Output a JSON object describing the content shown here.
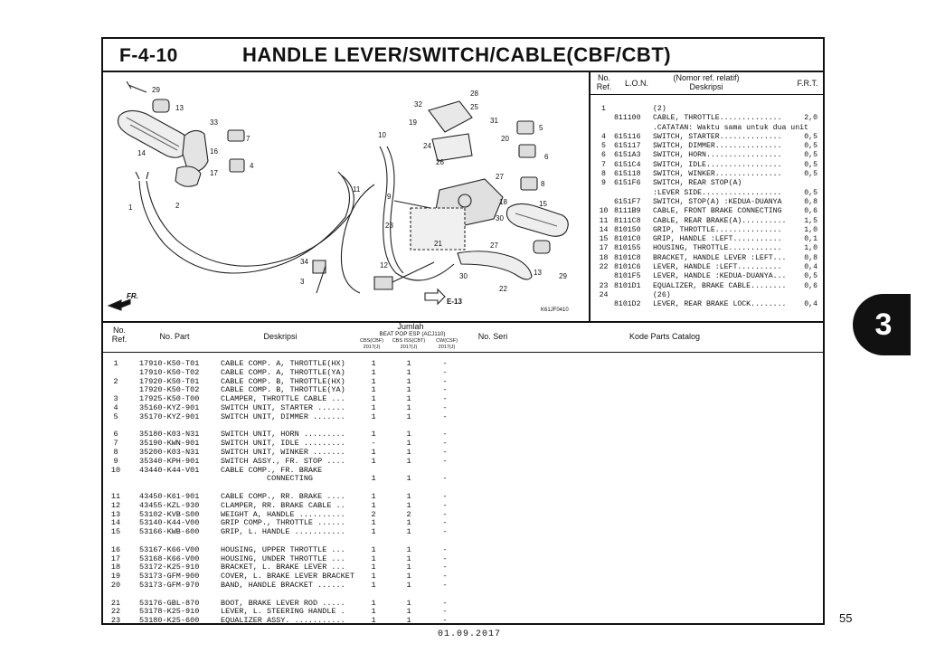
{
  "header": {
    "code": "F-4-10",
    "title": "HANDLE LEVER/SWITCH/CABLE(CBF/CBT)"
  },
  "diagram": {
    "labels": [
      "29",
      "13",
      "33",
      "7",
      "14",
      "16",
      "17",
      "4",
      "1",
      "2",
      "3",
      "34",
      "28",
      "32",
      "25",
      "31",
      "19",
      "5",
      "10",
      "20",
      "24",
      "6",
      "26",
      "27",
      "8",
      "11",
      "9",
      "18",
      "15",
      "23",
      "30",
      "21",
      "27",
      "12",
      "30",
      "22",
      "13",
      "29",
      "E-13",
      "FR.",
      "K61JF0410"
    ]
  },
  "ref_table": {
    "headers": {
      "no_ref": "No.\nRef.",
      "lon": "L.O.N.",
      "desc": "(Nomor ref. relatif)\nDeskripsi",
      "frt": "F.R.T."
    },
    "rows": [
      [
        "1",
        "",
        "(2)",
        ""
      ],
      [
        "",
        "811100",
        "CABLE, THROTTLE..............",
        "2,0"
      ],
      [
        "",
        "",
        ".CATATAN: Waktu sama untuk dua unit",
        ""
      ],
      [
        "4",
        "615116",
        "SWITCH, STARTER..............",
        "0,5"
      ],
      [
        "5",
        "615117",
        "SWITCH, DIMMER...............",
        "0,5"
      ],
      [
        "6",
        "6151A3",
        "SWITCH, HORN.................",
        "0,5"
      ],
      [
        "7",
        "6151C4",
        "SWITCH, IDLE.................",
        "0,5"
      ],
      [
        "8",
        "615118",
        "SWITCH, WINKER...............",
        "0,5"
      ],
      [
        "9",
        "6151F6",
        "SWITCH, REAR STOP(A)",
        ""
      ],
      [
        "",
        "",
        ":LEVER SIDE..................",
        "0,5"
      ],
      [
        "",
        "6151F7",
        "SWITCH, STOP(A) :KEDUA-DUANYA",
        "0,8"
      ],
      [
        "10",
        "8111B9",
        "CABLE, FRONT BRAKE CONNECTING",
        "0,6"
      ],
      [
        "11",
        "8111C8",
        "CABLE, REAR BRAKE(A)..........",
        "1,5"
      ],
      [
        "14",
        "810150",
        "GRIP, THROTTLE...............",
        "1,0"
      ],
      [
        "15",
        "8101C0",
        "GRIP, HANDLE :LEFT...........",
        "0,1"
      ],
      [
        "17",
        "810155",
        "HOUSING, THROTTLE............",
        "1,0"
      ],
      [
        "18",
        "8101C8",
        "BRACKET, HANDLE LEVER :LEFT...",
        "0,8"
      ],
      [
        "22",
        "8101C6",
        "LEVER, HANDLE :LEFT..........",
        "0,4"
      ],
      [
        "",
        "8101F5",
        "LEVER, HANDLE :KEDUA-DUANYA...",
        "0,5"
      ],
      [
        "23",
        "8101D1",
        "EQUALIZER, BRAKE CABLE........",
        "0,6"
      ],
      [
        "24",
        "",
        "(26)",
        ""
      ],
      [
        "",
        "8101D2",
        "LEVER, REAR BRAKE LOCK........",
        "0,4"
      ]
    ]
  },
  "parts_table": {
    "headers": {
      "no_ref": "No.\nRef.",
      "no_part": "No. Part",
      "desc": "Deskripsi",
      "qty": "Jumlah",
      "models": "BEAT POP ESP (ACJ110)",
      "col1": "CBS(CBF)\n2017(J)",
      "col2": "CBS ISS(CBT)\n2017(J)",
      "col3": "CW(CSF)\n2017(J)",
      "no_seri": "No. Seri",
      "kode": "Kode Parts Catalog"
    },
    "groups": [
      [
        [
          "1",
          "17910-K50-T01",
          "CABLE COMP. A, THROTTLE(HX)",
          "1",
          "1",
          "-"
        ],
        [
          "",
          "17910-K50-T02",
          "CABLE COMP. A, THROTTLE(YA)",
          "1",
          "1",
          "-"
        ],
        [
          "2",
          "17920-K50-T01",
          "CABLE COMP. B, THROTTLE(HX)",
          "1",
          "1",
          "-"
        ],
        [
          "",
          "17920-K50-T02",
          "CABLE COMP. B, THROTTLE(YA)",
          "1",
          "1",
          "-"
        ],
        [
          "3",
          "17925-K50-T00",
          "CLAMPER, THROTTLE CABLE ...",
          "1",
          "1",
          "-"
        ],
        [
          "4",
          "35160-KYZ-901",
          "SWITCH UNIT, STARTER ......",
          "1",
          "1",
          "-"
        ],
        [
          "5",
          "35170-KYZ-901",
          "SWITCH UNIT, DIMMER .......",
          "1",
          "1",
          "-"
        ]
      ],
      [
        [
          "6",
          "35180-K03-N31",
          "SWITCH UNIT, HORN .........",
          "1",
          "1",
          "-"
        ],
        [
          "7",
          "35190-KWN-901",
          "SWITCH UNIT, IDLE .........",
          "-",
          "1",
          "-"
        ],
        [
          "8",
          "35200-K03-N31",
          "SWITCH UNIT, WINKER .......",
          "1",
          "1",
          "-"
        ],
        [
          "9",
          "35340-KPH-901",
          "SWITCH ASSY., FR. STOP ....",
          "1",
          "1",
          "-"
        ],
        [
          "10",
          "43440-K44-V01",
          "CABLE COMP., FR. BRAKE",
          "",
          "",
          ""
        ],
        [
          "",
          "",
          "          CONNECTING",
          "1",
          "1",
          "-"
        ]
      ],
      [
        [
          "11",
          "43450-K61-901",
          "CABLE COMP., RR. BRAKE ....",
          "1",
          "1",
          "-"
        ],
        [
          "12",
          "43455-KZL-930",
          "CLAMPER, RR. BRAKE CABLE ..",
          "1",
          "1",
          "-"
        ],
        [
          "13",
          "53102-KVB-S00",
          "WEIGHT A, HANDLE ..........",
          "2",
          "2",
          "-"
        ],
        [
          "14",
          "53140-K44-V00",
          "GRIP COMP., THROTTLE ......",
          "1",
          "1",
          "-"
        ],
        [
          "15",
          "53166-KWB-600",
          "GRIP, L. HANDLE ...........",
          "1",
          "1",
          "-"
        ]
      ],
      [
        [
          "16",
          "53167-K66-V00",
          "HOUSING, UPPER THROTTLE ...",
          "1",
          "1",
          "-"
        ],
        [
          "17",
          "53168-K66-V00",
          "HOUSING, UNDER THROTTLE ...",
          "1",
          "1",
          "-"
        ],
        [
          "18",
          "53172-K25-910",
          "BRACKET, L. BRAKE LEVER ...",
          "1",
          "1",
          "-"
        ],
        [
          "19",
          "53173-GFM-900",
          "COVER, L. BRAKE LEVER BRACKET",
          "1",
          "1",
          "-"
        ],
        [
          "20",
          "53173-GFM-970",
          "BAND, HANDLE BRACKET ......",
          "1",
          "1",
          "-"
        ]
      ],
      [
        [
          "21",
          "53176-GBL-870",
          "BOOT, BRAKE LEVER ROD .....",
          "1",
          "1",
          "-"
        ],
        [
          "22",
          "53178-K25-910",
          "LEVER, L. STEERING HANDLE .",
          "1",
          "1",
          "-"
        ],
        [
          "23",
          "53180-K25-600",
          "EQUALIZER ASSY. ...........",
          "1",
          "1",
          "-"
        ]
      ]
    ]
  },
  "section_tab": "3",
  "page_number": "55",
  "footer_date": "01.09.2017"
}
